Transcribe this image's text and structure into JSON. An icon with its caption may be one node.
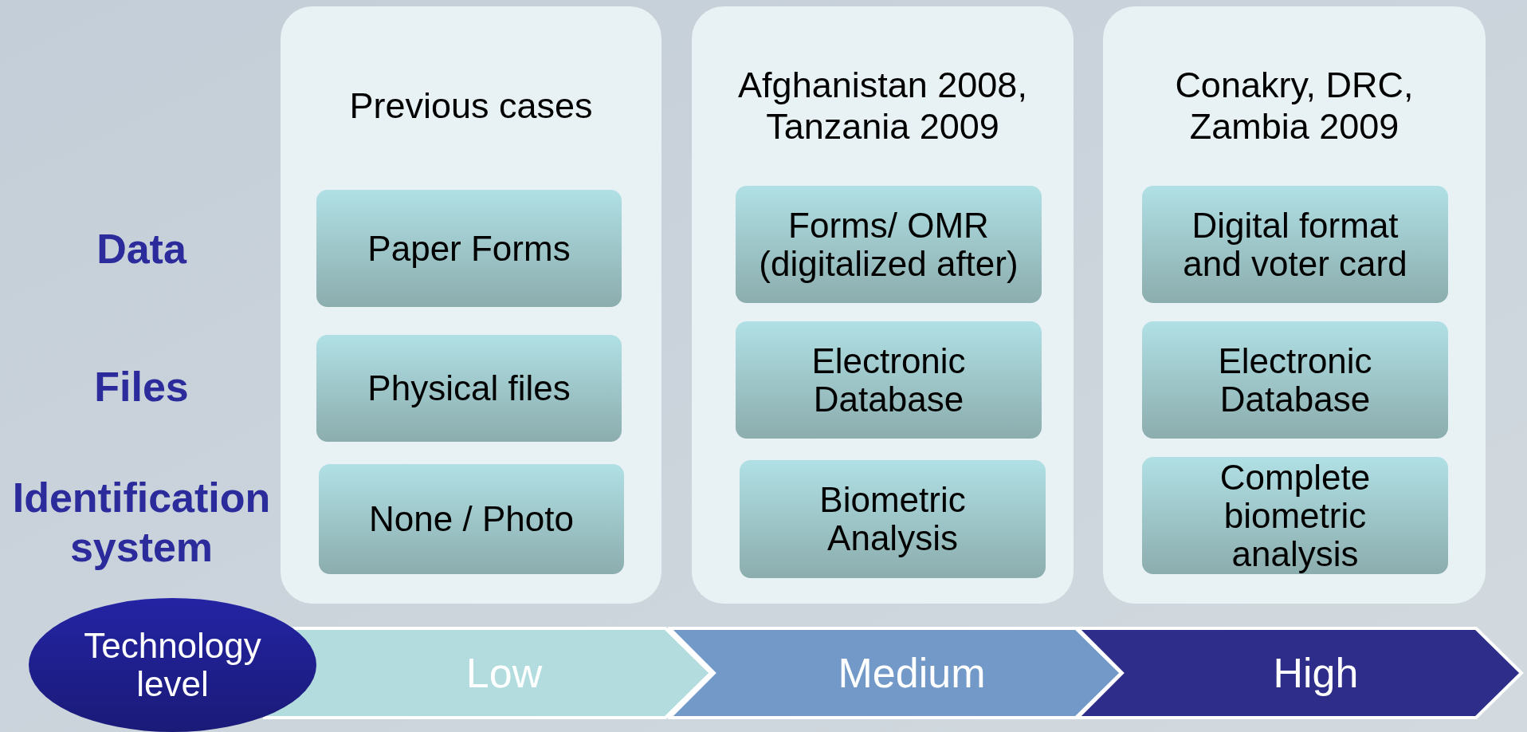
{
  "diagram": {
    "nodes": [
      {
        "text": [
          "Previous cases"
        ]
      },
      {
        "text": [
          "Paper Forms"
        ],
        "in": 0
      },
      {
        "text": [
          "Physical files"
        ],
        "in": 0
      },
      {
        "text": [
          "None / Photo"
        ],
        "in": 0
      },
      {
        "text": [
          "Afghanistan 2008, Tanzania 2009"
        ]
      },
      {
        "text": [
          "Forms/ OMR (digitalized after)"
        ],
        "in": 4
      },
      {
        "text": [
          "Electronic Database"
        ],
        "in": 4
      },
      {
        "text": [
          "Biometric Analysis"
        ],
        "in": 4
      },
      {
        "text": [
          "Conakry, DRC, Zambia 2009"
        ]
      },
      {
        "text": [
          "Digital format and voter card"
        ],
        "in": 8
      },
      {
        "text": [
          "Electronic Database"
        ],
        "in": 8
      },
      {
        "text": [
          "Complete biometric analysis"
        ],
        "in": 8
      },
      {
        "text": [
          "Technology level"
        ]
      },
      {
        "text": [
          "Low"
        ]
      },
      {
        "text": [
          "Medium"
        ]
      },
      {
        "text": [
          "High"
        ]
      }
    ],
    "labels": [
      "Data",
      "Files",
      "Identification system"
    ]
  }
}
